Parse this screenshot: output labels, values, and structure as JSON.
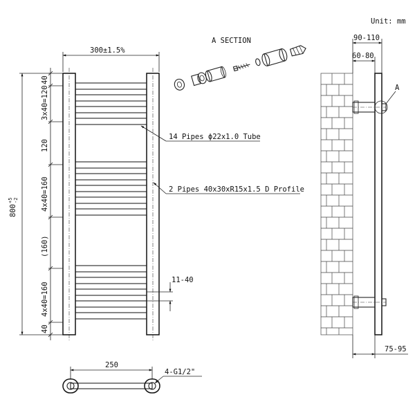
{
  "unit_label": "Unit: mm",
  "section_title": "A  SECTION",
  "section_marker": "A",
  "front": {
    "width_dim": "300±1.5%",
    "height_dim_base": "800",
    "height_dim_sup": "+5",
    "height_dim_sub": "-2",
    "left_dims": [
      "40",
      "3x40=120",
      "120",
      "4x40=160",
      "(160)",
      "4x40=160",
      "40"
    ],
    "pipe_gap_dim": "11-40",
    "callout_tubes": "14 Pipes ϕ22x1.0 Tube",
    "callout_profile": "2 Pipes 40x30xR15x1.5 D Profile"
  },
  "side": {
    "dim_depth_outer": "90-110",
    "dim_depth_inner": "60-80",
    "dim_bottom": "75-95"
  },
  "bottom": {
    "dim_centers": "250",
    "dim_thread": "4-G1/2\""
  }
}
